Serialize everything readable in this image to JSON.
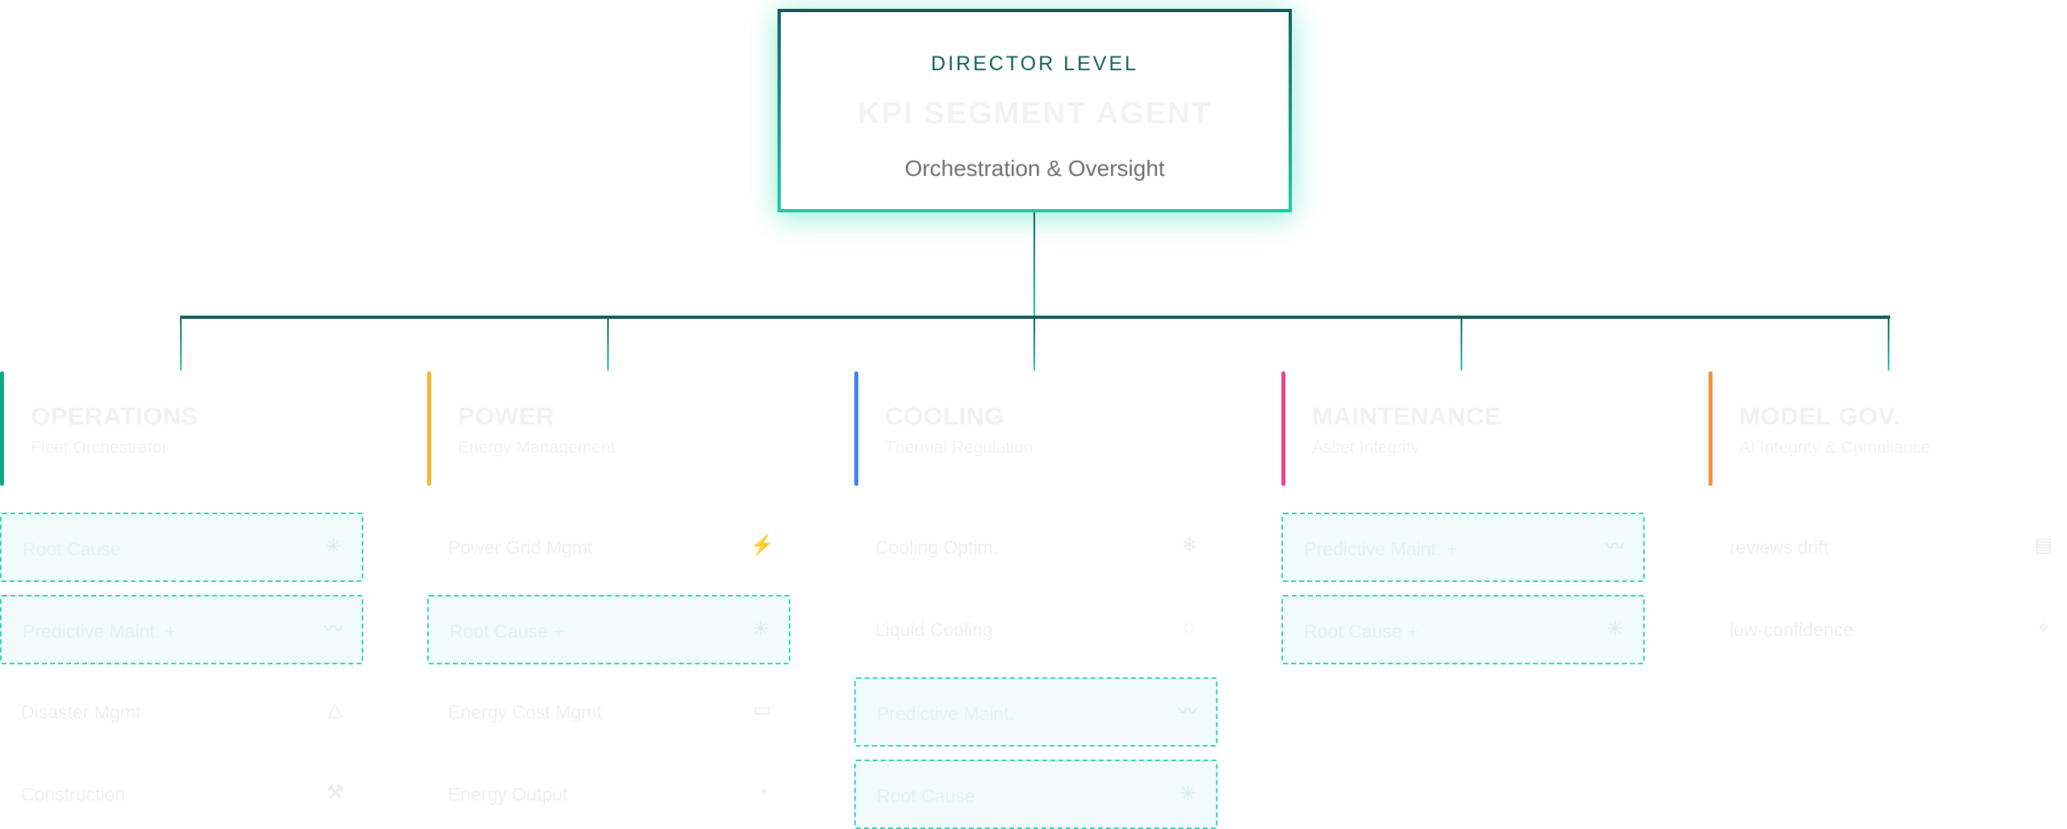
{
  "director": {
    "eyebrow": "DIRECTOR LEVEL",
    "title": "KPI SEGMENT AGENT",
    "subtitle": "Orchestration & Oversight"
  },
  "segments": [
    {
      "name": "OPERATIONS",
      "description": "Fleet Orchestrator",
      "color": "#10a884",
      "items": [
        {
          "label": "Root Cause",
          "icon": "sparkle-icon",
          "active": true
        },
        {
          "label": "Predictive Maint. +",
          "icon": "activity-icon",
          "active": true
        },
        {
          "label": "Disaster Mgmt",
          "icon": "warning-icon",
          "active": false
        },
        {
          "label": "Construction",
          "icon": "tool-icon",
          "active": false
        }
      ]
    },
    {
      "name": "POWER",
      "description": "Energy Management",
      "color": "#f3b732",
      "items": [
        {
          "label": "Power Grid Mgmt",
          "icon": "bolt-icon",
          "active": false
        },
        {
          "label": "Root Cause +",
          "icon": "sparkle-icon",
          "active": true
        },
        {
          "label": "Energy Cost Mgmt",
          "icon": "money-icon",
          "active": false
        },
        {
          "label": "Energy Output",
          "icon": "gauge-icon",
          "active": false
        }
      ]
    },
    {
      "name": "COOLING",
      "description": "Thermal Regulation",
      "color": "#3b82f0",
      "items": [
        {
          "label": "Cooling Optim.",
          "icon": "snowflake-icon",
          "active": false
        },
        {
          "label": "Liquid Cooling",
          "icon": "droplet-icon",
          "active": false
        },
        {
          "label": "Predictive Maint.",
          "icon": "activity-icon",
          "active": true
        },
        {
          "label": "Root Cause",
          "icon": "sparkle-icon",
          "active": true
        }
      ]
    },
    {
      "name": "MAINTENANCE",
      "description": "Asset Integrity",
      "color": "#e8408c",
      "items": [
        {
          "label": "Predictive Maint. +",
          "icon": "activity-icon",
          "active": true
        },
        {
          "label": "Root Cause +",
          "icon": "sparkle-icon",
          "active": true
        }
      ]
    },
    {
      "name": "MODEL GOV.",
      "description": "AI Integrity & Compliance",
      "color": "#f0903c",
      "items": [
        {
          "label": "reviews drift",
          "icon": "chart-icon",
          "active": false
        },
        {
          "label": "low-confidence",
          "icon": "location-icon",
          "active": false
        }
      ]
    }
  ]
}
